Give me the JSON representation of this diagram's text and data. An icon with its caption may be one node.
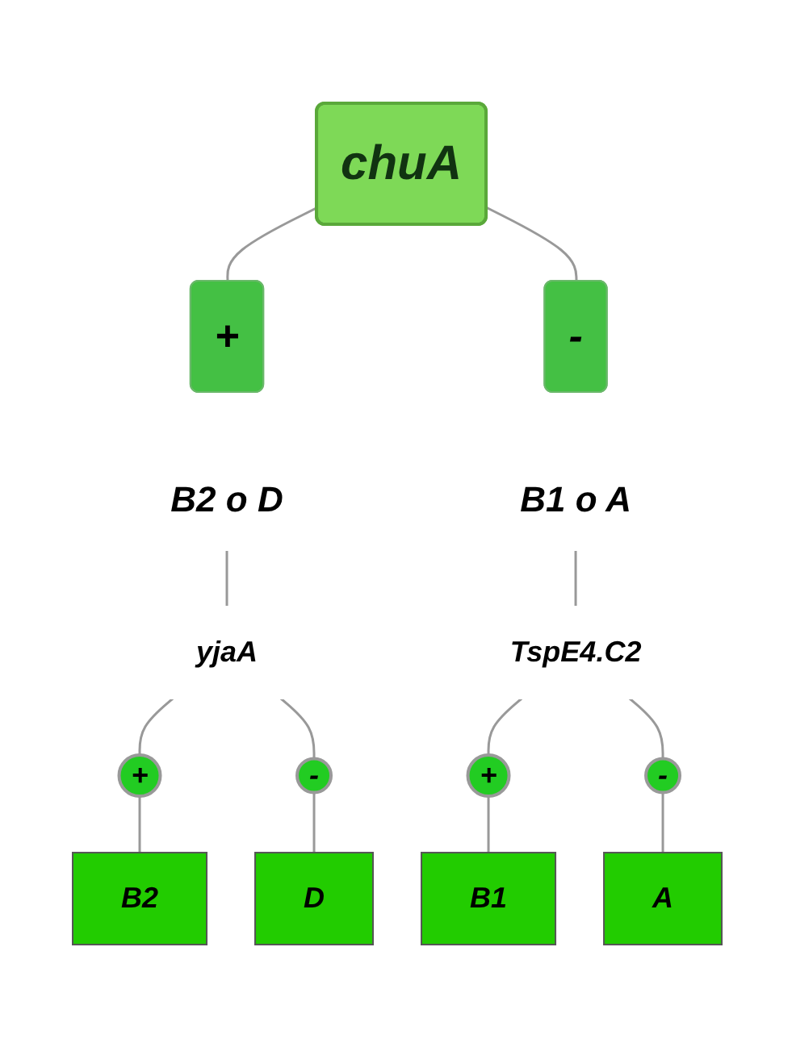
{
  "diagram": {
    "nodes": [
      {
        "text": [
          "chuA"
        ]
      },
      {
        "text": [
          "+"
        ]
      },
      {
        "text": [
          "-"
        ]
      },
      {
        "text": [
          "B2 o D"
        ]
      },
      {
        "text": [
          "B1 o A"
        ]
      },
      {
        "text": [
          "yjaA"
        ]
      },
      {
        "text": [
          "TspE4.C2"
        ]
      },
      {
        "text": [
          "+"
        ]
      },
      {
        "text": [
          "-"
        ]
      },
      {
        "text": [
          "+"
        ]
      },
      {
        "text": [
          "-"
        ]
      },
      {
        "text": [
          "B2"
        ]
      },
      {
        "text": [
          "D"
        ]
      },
      {
        "text": [
          "B1"
        ]
      },
      {
        "text": [
          "A"
        ]
      }
    ],
    "edges": [
      {
        "from": 0,
        "to": 1,
        "arrow": "none"
      },
      {
        "from": 0,
        "to": 2,
        "arrow": "none"
      },
      {
        "from": 3,
        "to": 5,
        "arrow": "none"
      },
      {
        "from": 4,
        "to": 6,
        "arrow": "none"
      },
      {
        "from": 5,
        "to": 7,
        "arrow": "none"
      },
      {
        "from": 5,
        "to": 8,
        "arrow": "none"
      },
      {
        "from": 6,
        "to": 9,
        "arrow": "none"
      },
      {
        "from": 6,
        "to": 10,
        "arrow": "none"
      },
      {
        "from": 7,
        "to": 11,
        "arrow": "none"
      },
      {
        "from": 8,
        "to": 12,
        "arrow": "none"
      },
      {
        "from": 9,
        "to": 13,
        "arrow": "none"
      },
      {
        "from": 10,
        "to": 14,
        "arrow": "none"
      }
    ]
  }
}
